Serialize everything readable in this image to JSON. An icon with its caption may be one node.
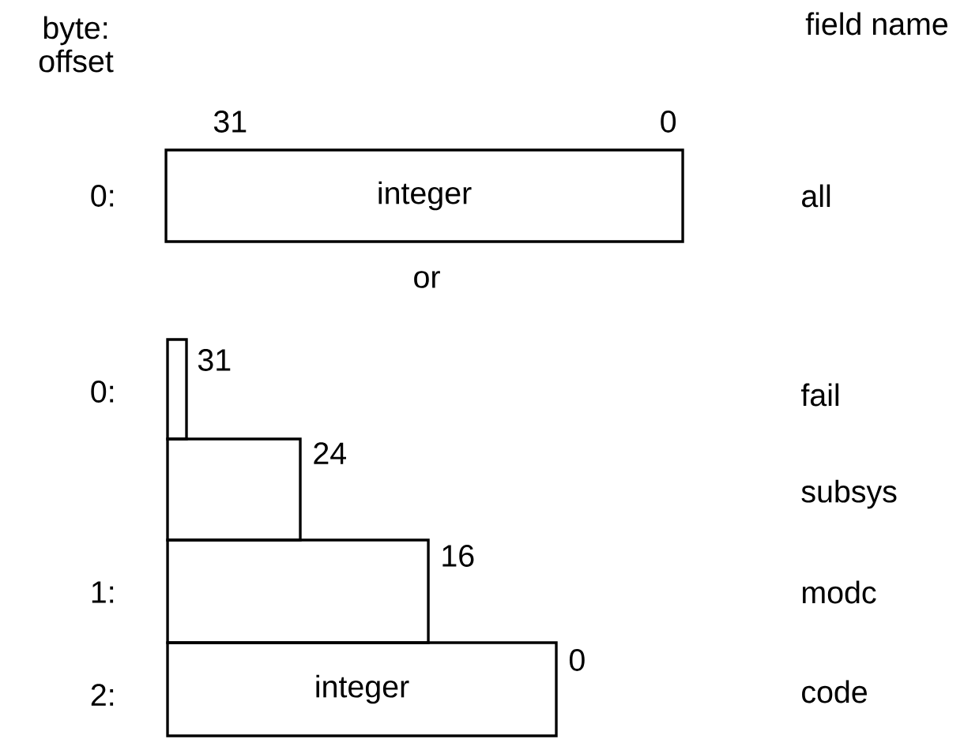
{
  "diagram": {
    "nodes": [
      {
        "text": [
          "integer"
        ]
      },
      {
        "text": [],
        "shape": "box",
        "beside": [
          "31"
        ]
      },
      {
        "text": [],
        "shape": "box",
        "beside": [
          "24"
        ]
      },
      {
        "text": [],
        "shape": "box",
        "beside": [
          "16"
        ]
      },
      {
        "text": [
          "integer"
        ],
        "beside": [
          "0"
        ]
      }
    ],
    "labels": [
      "byte: offset",
      "field name",
      "31",
      "0",
      "0:",
      "all",
      "or",
      "0:",
      "fail",
      "subsys",
      "1:",
      "modc",
      "2:",
      "code"
    ]
  }
}
